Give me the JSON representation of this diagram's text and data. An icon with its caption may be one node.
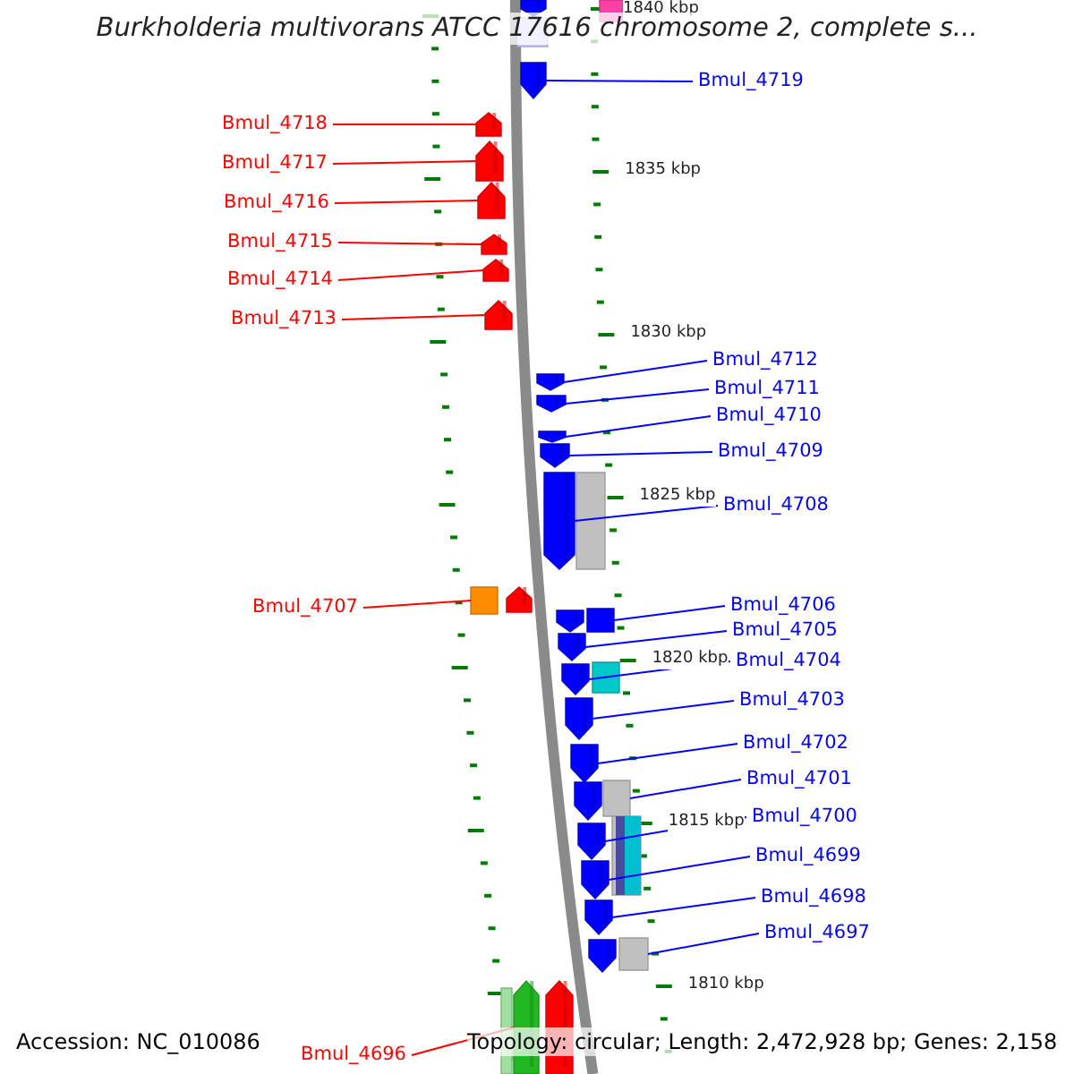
{
  "diagram": {
    "title": "Burkholderia multivorans ATCC 17616 chromosome 2, complete s...",
    "nodes": [
      {
        "text": [
          "Bmul_4719"
        ]
      },
      {
        "text": [],
        "shape": "arrow"
      },
      {
        "text": [
          "Bmul_4718"
        ]
      },
      {
        "text": [],
        "shape": "arrow"
      },
      {
        "text": [
          "Bmul_4717"
        ]
      },
      {
        "text": [],
        "shape": "arrow"
      },
      {
        "text": [
          "Bmul_4716"
        ]
      },
      {
        "text": [],
        "shape": "arrow"
      },
      {
        "text": [
          "Bmul_4715"
        ]
      },
      {
        "text": [],
        "shape": "arrow"
      },
      {
        "text": [
          "Bmul_4714"
        ]
      },
      {
        "text": [],
        "shape": "arrow"
      },
      {
        "text": [
          "Bmul_4713"
        ]
      },
      {
        "text": [],
        "shape": "arrow"
      },
      {
        "text": [
          "Bmul_4712"
        ]
      },
      {
        "text": [],
        "shape": "arrow"
      },
      {
        "text": [
          "Bmul_4711"
        ]
      },
      {
        "text": [],
        "shape": "arrow"
      },
      {
        "text": [
          "Bmul_4710"
        ]
      },
      {
        "text": [],
        "shape": "arrow"
      },
      {
        "text": [
          "Bmul_4709"
        ]
      },
      {
        "text": [],
        "shape": "arrow"
      },
      {
        "text": [
          "Bmul_4708"
        ]
      },
      {
        "text": [],
        "shape": "arrow"
      },
      {
        "text": [
          "Bmul_4707"
        ]
      },
      {
        "text": [],
        "shape": "box"
      },
      {
        "text": [
          "Bmul_4706"
        ]
      },
      {
        "text": [],
        "shape": "box"
      },
      {
        "text": [
          "Bmul_4705"
        ]
      },
      {
        "text": [],
        "shape": "arrow"
      },
      {
        "text": [
          "Bmul_4704"
        ]
      },
      {
        "text": [],
        "shape": "arrow"
      },
      {
        "text": [
          "Bmul_4703"
        ]
      },
      {
        "text": [],
        "shape": "arrow"
      },
      {
        "text": [
          "Bmul_4702"
        ]
      },
      {
        "text": [],
        "shape": "arrow"
      },
      {
        "text": [
          "Bmul_4701"
        ]
      },
      {
        "text": [],
        "shape": "arrow"
      },
      {
        "text": [
          "Bmul_4700"
        ]
      },
      {
        "text": [],
        "shape": "arrow"
      },
      {
        "text": [
          "Bmul_4699"
        ]
      },
      {
        "text": [],
        "shape": "arrow"
      },
      {
        "text": [
          "Bmul_4698"
        ]
      },
      {
        "text": [],
        "shape": "arrow"
      },
      {
        "text": [
          "Bmul_4697"
        ]
      },
      {
        "text": [],
        "shape": "arrow"
      },
      {
        "text": [
          "Bmul_4696"
        ]
      },
      {
        "text": [],
        "shape": "bar"
      },
      {
        "text": [],
        "shape": "box"
      },
      {
        "text": [],
        "shape": "arrow"
      },
      {
        "text": [],
        "shape": "box"
      },
      {
        "text": [],
        "shape": "box"
      },
      {
        "text": [],
        "shape": "arrow"
      },
      {
        "text": [],
        "shape": "arrow"
      },
      {
        "text": [],
        "shape": "box"
      },
      {
        "text": [],
        "shape": "box"
      },
      {
        "text": [],
        "shape": "box"
      },
      {
        "text": [],
        "shape": "box"
      },
      {
        "text": [],
        "shape": "bar"
      },
      {
        "text": [],
        "shape": "box"
      }
    ],
    "edges": [
      {
        "from": 0,
        "to": 1,
        "arrow": "none"
      },
      {
        "from": 2,
        "to": 3,
        "arrow": "none",
        "color": "#ff0000"
      },
      {
        "from": 4,
        "to": 5,
        "arrow": "none",
        "color": "#ff0000"
      },
      {
        "from": 6,
        "to": 7,
        "arrow": "none",
        "color": "#ff0000"
      },
      {
        "from": 8,
        "to": 9,
        "arrow": "none",
        "color": "#ff0000"
      },
      {
        "from": 10,
        "to": 11,
        "arrow": "none",
        "color": "#ff0000"
      },
      {
        "from": 12,
        "to": 13,
        "arrow": "none",
        "color": "#ff0000"
      },
      {
        "from": 14,
        "to": 15,
        "arrow": "none"
      },
      {
        "from": 16,
        "to": 17,
        "arrow": "none"
      },
      {
        "from": 18,
        "to": 19,
        "arrow": "none"
      },
      {
        "from": 20,
        "to": 21,
        "arrow": "none"
      },
      {
        "from": 22,
        "to": 23,
        "arrow": "none"
      },
      {
        "from": 24,
        "to": 25,
        "arrow": "none",
        "color": "#ff0000"
      },
      {
        "from": 26,
        "to": 27,
        "arrow": "none"
      },
      {
        "from": 28,
        "to": 29,
        "arrow": "none"
      },
      {
        "from": 30,
        "to": 31,
        "arrow": "none"
      },
      {
        "from": 32,
        "to": 33,
        "arrow": "none"
      },
      {
        "from": 34,
        "to": 35,
        "arrow": "none"
      },
      {
        "from": 36,
        "to": 55,
        "arrow": "none"
      },
      {
        "from": 38,
        "to": 39,
        "arrow": "none"
      },
      {
        "from": 40,
        "to": 41,
        "arrow": "none"
      },
      {
        "from": 42,
        "to": 43,
        "arrow": "none"
      },
      {
        "from": 44,
        "to": 57,
        "arrow": "none"
      },
      {
        "from": 46,
        "to": 47,
        "arrow": "none",
        "color": "#ff0000"
      }
    ],
    "labels": [
      "1840 kbp",
      "1835 kbp",
      "1830 kbp",
      "1825 kbp",
      "1820 kbp",
      "1815 kbp",
      "1810 kbp",
      "Accession: NC_010086",
      "Topology: circular; Length: 2,472,928 bp; Genes: 2,158"
    ]
  }
}
